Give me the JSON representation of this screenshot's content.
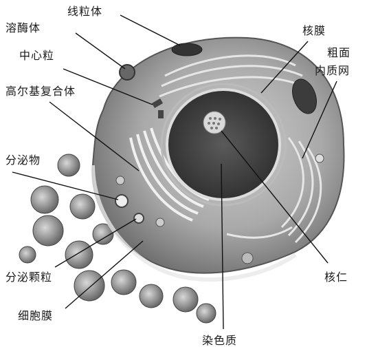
{
  "diagram": {
    "labels": {
      "mitochondrion": "线粒体",
      "lysosome": "溶酶体",
      "centriole": "中心粒",
      "golgi": "高尔基复合体",
      "secretion": "分泌物",
      "secretory_granule": "分泌颗粒",
      "cell_membrane": "细胞膜",
      "nuclear_envelope": "核膜",
      "rough_er_line1": "粗面",
      "rough_er_line2": "内质网",
      "nucleolus": "核仁",
      "chromatin": "染色质"
    }
  }
}
